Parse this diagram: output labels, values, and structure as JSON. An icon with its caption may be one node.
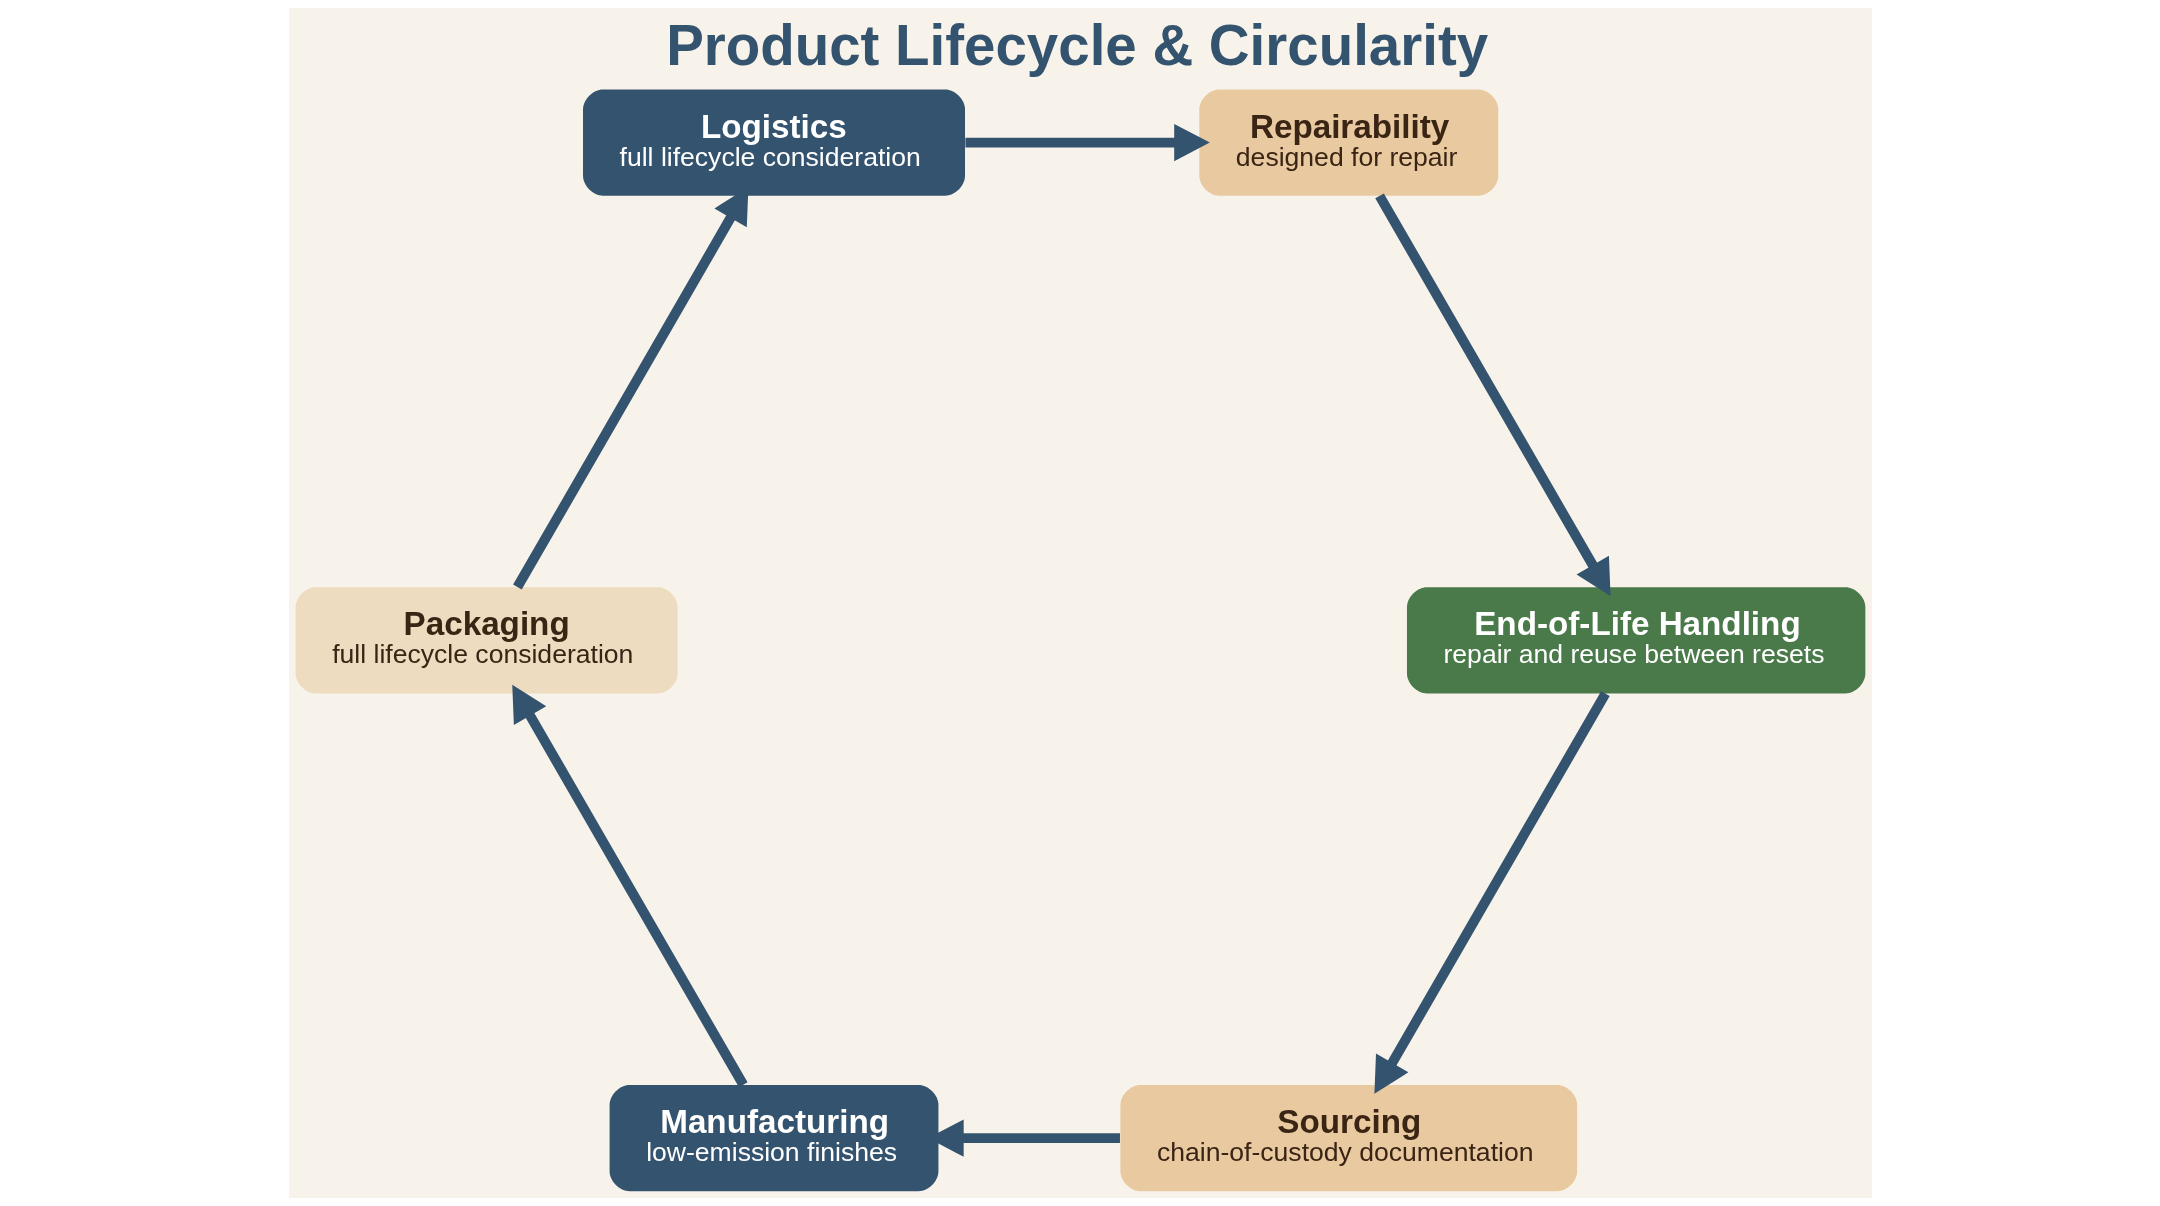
{
  "diagram": {
    "title": "Product Lifecycle & Circularity",
    "nodes": [
      {
        "text": [
          "Sourcing",
          "chain-of-custody documentation"
        ]
      },
      {
        "text": [
          "Manufacturing",
          "low-emission finishes"
        ]
      },
      {
        "text": [
          "Packaging",
          "full lifecycle consideration"
        ]
      },
      {
        "text": [
          "Logistics",
          "full lifecycle consideration"
        ]
      },
      {
        "text": [
          "Repairability",
          "designed for repair"
        ]
      },
      {
        "text": [
          "End-of-Life Handling",
          "repair and reuse between resets"
        ]
      }
    ],
    "edges": [
      {
        "from": 0,
        "to": 1,
        "arrow": "to"
      },
      {
        "from": 1,
        "to": 2,
        "arrow": "to"
      },
      {
        "from": 2,
        "to": 3,
        "arrow": "to"
      },
      {
        "from": 3,
        "to": 4,
        "arrow": "to"
      },
      {
        "from": 4,
        "to": 5,
        "arrow": "to"
      },
      {
        "from": 5,
        "to": 0,
        "arrow": "to"
      }
    ]
  }
}
